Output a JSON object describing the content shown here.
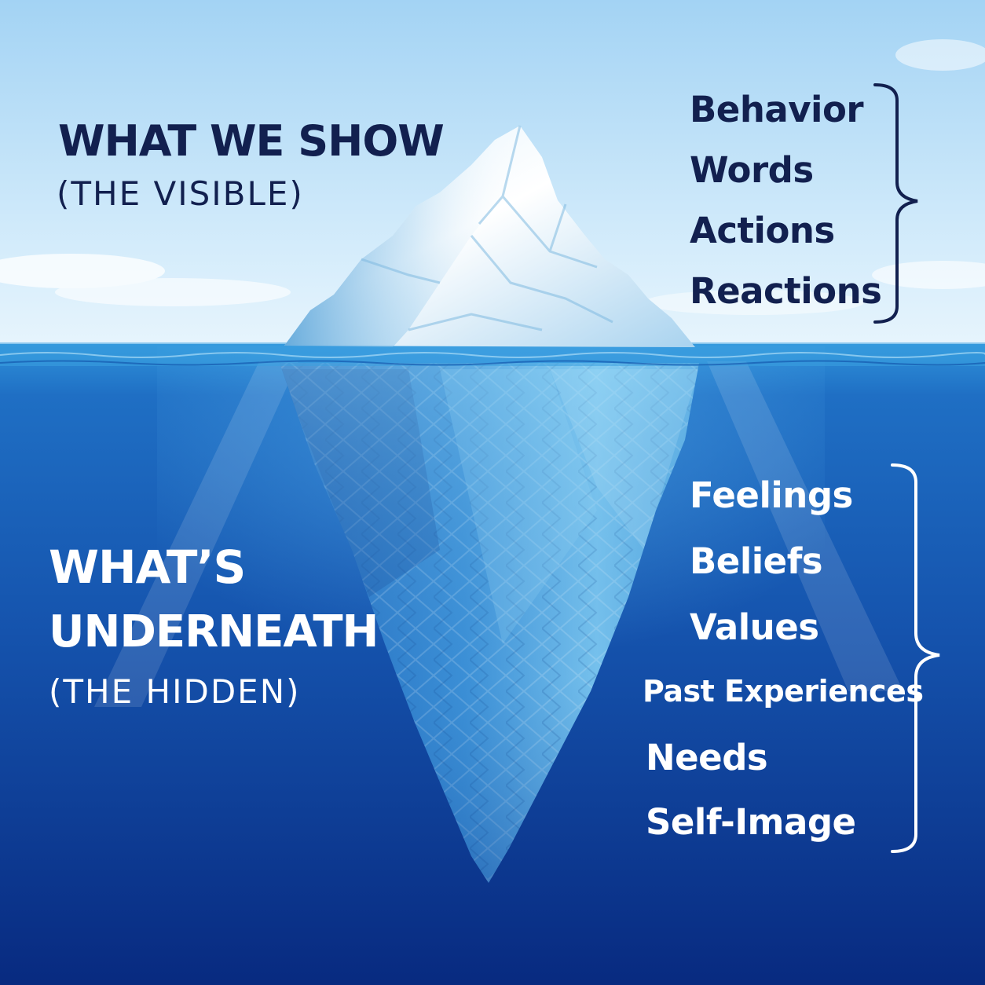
{
  "visible": {
    "heading": "WHAT WE SHOW",
    "subheading": "(THE VISIBLE)",
    "items": [
      "Behavior",
      "Words",
      "Actions",
      "Reactions"
    ]
  },
  "hidden": {
    "heading_line1": "WHAT’S",
    "heading_line2": "UNDERNEATH",
    "subheading": "(THE HIDDEN)",
    "items": [
      "Feelings",
      "Beliefs",
      "Values",
      "Past Experiences",
      "Needs",
      "Self-Image"
    ]
  },
  "colors": {
    "sky_top": "#a9d6f5",
    "sky_bottom": "#e3f2fc",
    "sea_surface": "#2b8fd8",
    "sea_deep": "#0a2d82",
    "top_text": "#12204f",
    "bottom_text": "#ffffff"
  }
}
